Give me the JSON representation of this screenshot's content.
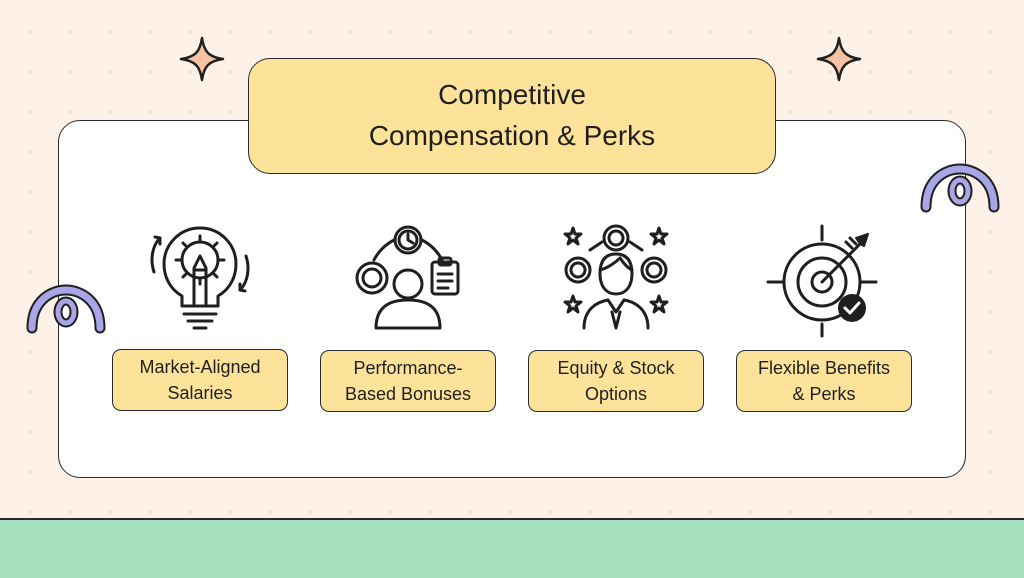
{
  "title": {
    "line1": "Competitive",
    "line2": "Compensation & Perks"
  },
  "items": [
    {
      "line1": "Market-Aligned",
      "line2": "Salaries",
      "icon": "lightbulb-gear-icon"
    },
    {
      "line1": "Performance-",
      "line2": "Based Bonuses",
      "icon": "person-clock-clipboard-icon"
    },
    {
      "line1": "Equity & Stock",
      "line2": "Options",
      "icon": "person-gears-stars-icon"
    },
    {
      "line1": "Flexible Benefits",
      "line2": "& Perks",
      "icon": "target-arrow-check-icon"
    }
  ],
  "colors": {
    "background": "#fdf1e8",
    "card": "#ffffff",
    "highlight": "#fde29a",
    "footer": "#a6dfbd",
    "sparkle": "#f4c3a3",
    "swirl": "#a9a6e8",
    "outline": "#1f1f1f"
  }
}
